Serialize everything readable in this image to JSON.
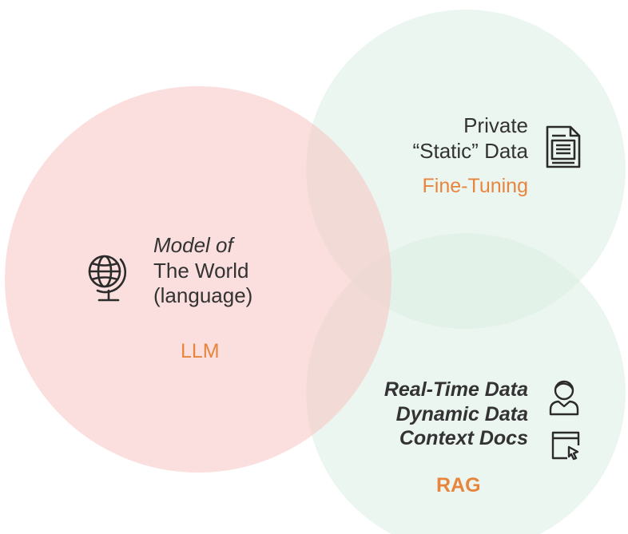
{
  "colors": {
    "llm_circle": "#f7c4c2",
    "context_circle": "#dcefe4",
    "accent": "#e8853d",
    "text": "#333333"
  },
  "llm": {
    "line1": "Model of",
    "line2": "The World",
    "line3": "(language)",
    "name": "LLM",
    "icon": "globe-icon"
  },
  "fine_tuning": {
    "line1": "Private",
    "line2": "“Static” Data",
    "name": "Fine-Tuning",
    "icon": "document-icon"
  },
  "rag": {
    "line1": "Real-Time Data",
    "line2": "Dynamic Data",
    "line3": "Context Docs",
    "name": "RAG",
    "icons": [
      "person-icon",
      "browser-window-icon"
    ]
  }
}
